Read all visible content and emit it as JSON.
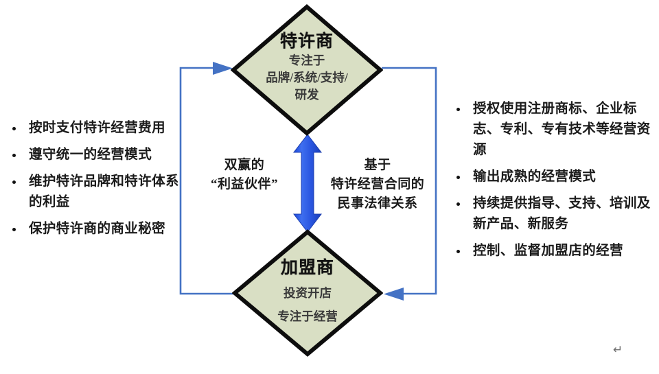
{
  "diagram": {
    "title_top": "特许商",
    "title_bottom": "加盟商",
    "nodes": {
      "franchisor": {
        "name": "特许商",
        "lines": [
          "专注于",
          "品牌/系统/支持/",
          "研发"
        ]
      },
      "franchisee": {
        "name": "加盟商",
        "lines": [
          "投资开店",
          "专注于经营"
        ]
      }
    },
    "center_captions": {
      "left": [
        "双赢的",
        "“利益伙伴”"
      ],
      "right": [
        "基于",
        "特许经营合同的",
        "民事法律关系"
      ]
    },
    "left_obligations": [
      "按时支付特许经营费用",
      "遵守统一的经营模式",
      "维护特许品牌和特许体系的利益",
      "保护特许商的商业秘密"
    ],
    "right_obligations": [
      "授权使用注册商标、企业标志、专利、专有技术等经营资源",
      "输出成熟的经营模式",
      "持续提供指导、支持、培训及新产品、新服务",
      "控制、监督加盟店的经营"
    ],
    "marks": {
      "paragraph_return": "↵"
    },
    "colors": {
      "diamond_fill": "#d9dfc4",
      "diamond_stroke": "#0d0d0d",
      "loop_arrow": "#4472c4",
      "center_arrow": "#2a56e0",
      "text": "#1b1b1b"
    },
    "icons": {
      "loop_arrow_up": "arrow-right-icon",
      "loop_arrow_down": "arrow-left-icon",
      "center_arrow": "double-headed-arrow-icon",
      "return": "return-icon"
    }
  }
}
